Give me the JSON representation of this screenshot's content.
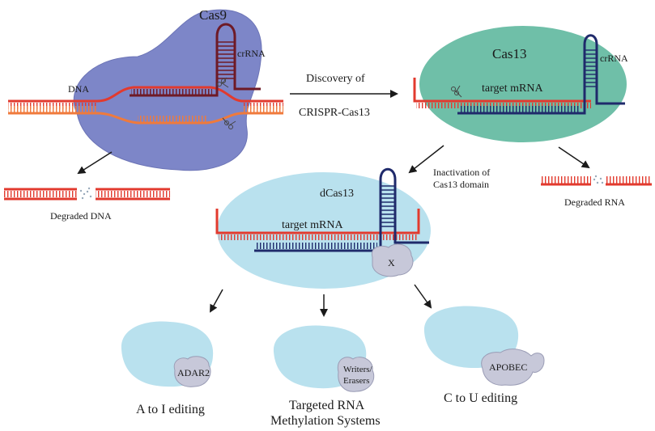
{
  "labels": {
    "cas9": "Cas9",
    "crrna_cas9": "crRNA",
    "dna": "DNA",
    "discovery_line1": "Discovery of",
    "discovery_line2": "CRISPR-Cas13",
    "cas13": "Cas13",
    "crrna_cas13": "crRNA",
    "target_mrna_cas13": "target mRNA",
    "degraded_dna": "Degraded DNA",
    "inactivation_line1": "Inactivation of",
    "inactivation_line2": "Cas13 domain",
    "degraded_rna": "Degraded RNA",
    "dcas13": "dCas13",
    "target_mrna_dcas13": "target mRNA",
    "x": "X",
    "adar2": "ADAR2",
    "writers_line1": "Writers/",
    "writers_line2": "Erasers",
    "apobec": "APOBEC",
    "a_to_i": "A to I editing",
    "targeted_line1": "Targeted RNA",
    "targeted_line2": "Methylation Systems",
    "c_to_u": "C to U editing"
  },
  "colors": {
    "cas9_body": "#7d86c8",
    "cas13_body": "#6fbfa8",
    "dcas13_body": "#b9e1ee",
    "effector_body": "#c7c8d9",
    "red_strand": "#e23a2e",
    "orange_strand": "#ef7a3c",
    "navy_strand": "#1f2a6b",
    "dark_red_strand": "#6e1a26",
    "arrow": "#1a1a1a"
  }
}
